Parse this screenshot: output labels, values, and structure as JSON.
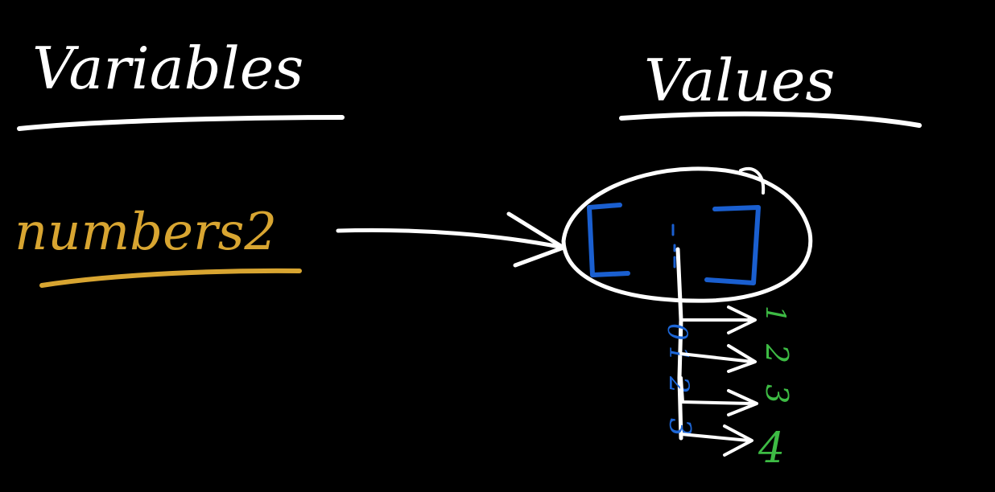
{
  "headings": {
    "variables": "Variables",
    "values": "Values"
  },
  "variable_name": "numbers2",
  "array": {
    "indices": [
      "0",
      "1",
      "2",
      "3"
    ],
    "values": [
      "1",
      "2",
      "3",
      "4"
    ]
  },
  "colors": {
    "background": "#000000",
    "chalk_white": "#ffffff",
    "variable_yellow": "#d8a531",
    "bracket_blue": "#1a5fd0",
    "index_blue": "#1d66d6",
    "value_green": "#3dbb44"
  }
}
